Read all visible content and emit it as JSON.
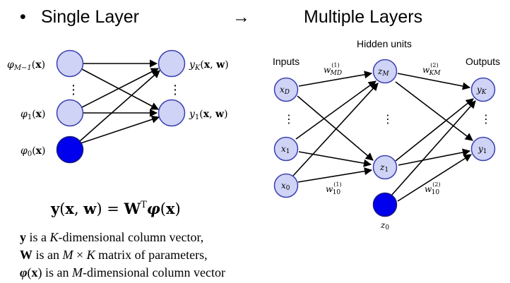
{
  "header": {
    "bullet": "•",
    "left_title": "Single Layer",
    "arrow": "→",
    "right_title": "Multiple Layers"
  },
  "single": {
    "inputs": [
      "φM−1(x)",
      "φ1(x)",
      "φ0(x)"
    ],
    "outputs": [
      "yK(x, w)",
      "y1(x, w)"
    ],
    "vdots": "⋮"
  },
  "multi": {
    "inputs_label": "Inputs",
    "hidden_label": "Hidden units",
    "outputs_label": "Outputs",
    "nodes": {
      "xD": "xD",
      "x1": "x1",
      "x0": "x0",
      "zM": "zM",
      "z1": "z1",
      "z0": "z0",
      "yK": "yK",
      "y1": "y1"
    },
    "weights": {
      "w1_MD": "w(1)MD",
      "w2_KM": "w(2)KM",
      "w1_10": "w(1)10",
      "w2_10": "w(2)10"
    },
    "vdots": "⋮"
  },
  "equation": "y(x, w) = WTφ(x)",
  "description": {
    "line1": "y is a K-dimensional column vector,",
    "line2": "W is an M × K matrix of parameters,",
    "line3": "φ(x) is an M-dimensional column vector"
  },
  "colors": {
    "node_fill": "#cfd3f5",
    "node_stroke": "#3b3fb0",
    "bias_fill": "#0000ee"
  }
}
